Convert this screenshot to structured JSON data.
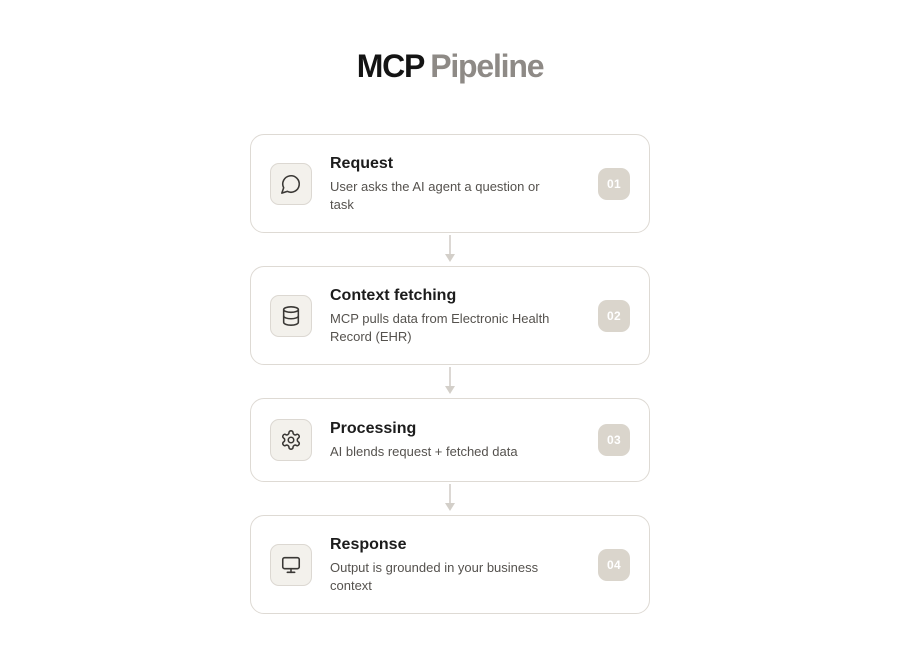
{
  "title": {
    "part1": "MCP",
    "part2": "Pipeline"
  },
  "steps": [
    {
      "title": "Request",
      "description": "User asks the AI agent a question or task",
      "number": "01",
      "icon": "chat-bubble-icon"
    },
    {
      "title": "Context fetching",
      "description": "MCP pulls data from Electronic Health Record (EHR)",
      "number": "02",
      "icon": "database-icon"
    },
    {
      "title": "Processing",
      "description": "AI blends request + fetched data",
      "number": "03",
      "icon": "gear-icon"
    },
    {
      "title": "Response",
      "description": "Output is grounded in your business context",
      "number": "04",
      "icon": "monitor-icon"
    }
  ],
  "colors": {
    "card_border": "#dedad4",
    "icon_bg": "#f3f1ec",
    "badge_bg": "#dad5cc",
    "connector": "#d3cfc9",
    "title_muted": "#8e8a86"
  }
}
